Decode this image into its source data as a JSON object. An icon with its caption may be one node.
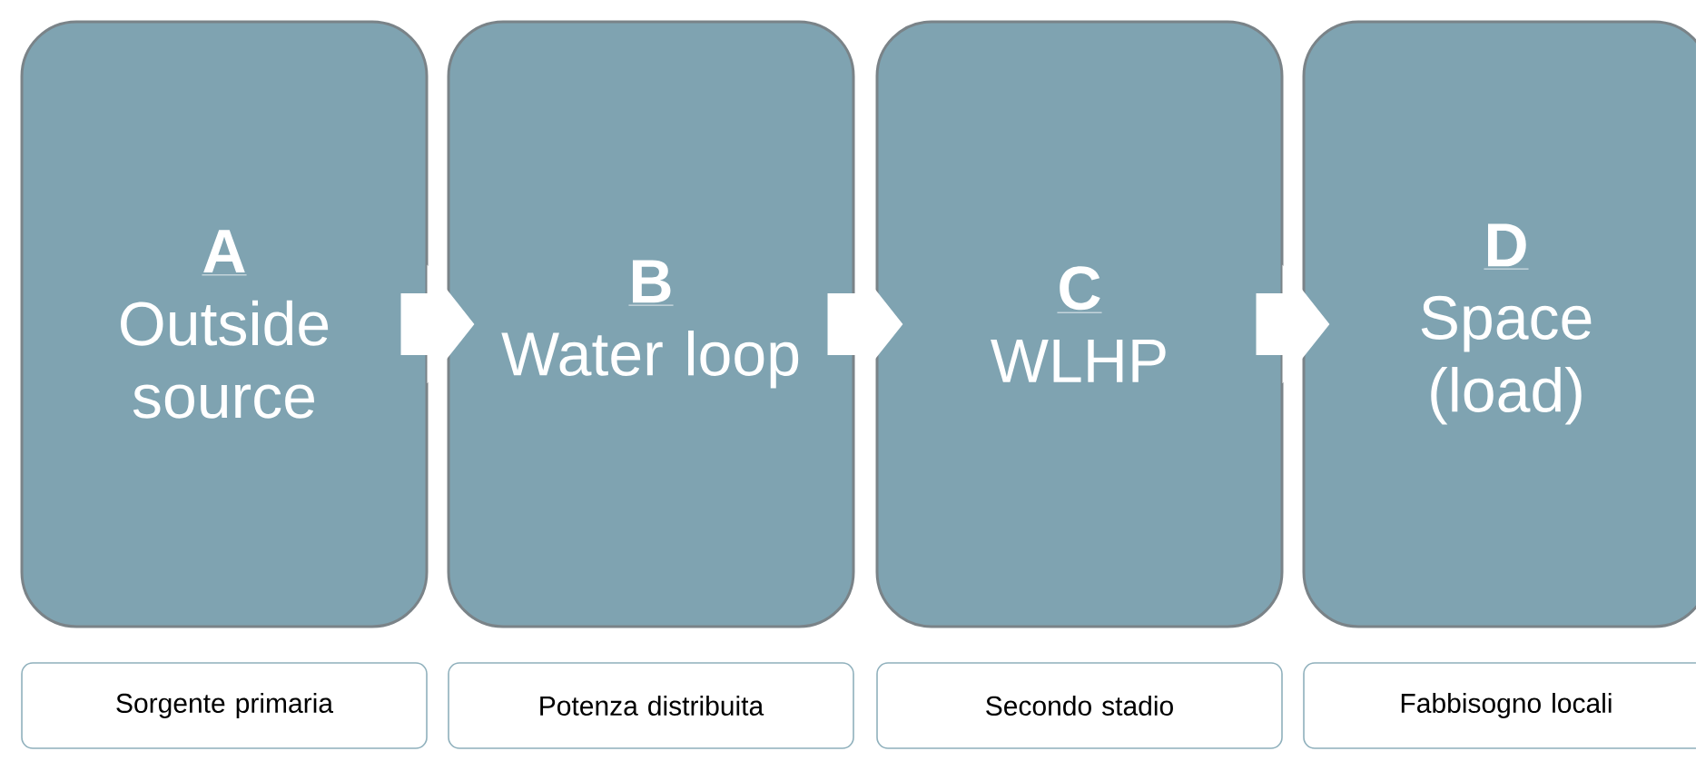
{
  "diagram": {
    "nodes": [
      {
        "text": [
          "A",
          "Outside source"
        ]
      },
      {
        "text": [
          "B",
          "Water loop"
        ]
      },
      {
        "text": [
          "C",
          "WLHP"
        ]
      },
      {
        "text": [
          "D",
          "Space (load)"
        ]
      },
      {
        "text": [
          "Sorgente primaria"
        ]
      },
      {
        "text": [
          "Potenza distribuita"
        ]
      },
      {
        "text": [
          "Secondo stadio"
        ]
      },
      {
        "text": [
          "Fabbisogno locali"
        ]
      }
    ],
    "edges": [
      {
        "from": 0,
        "to": 1,
        "arrow": "to"
      },
      {
        "from": 1,
        "to": 2,
        "arrow": "to"
      },
      {
        "from": 2,
        "to": 3,
        "arrow": "to"
      }
    ]
  }
}
